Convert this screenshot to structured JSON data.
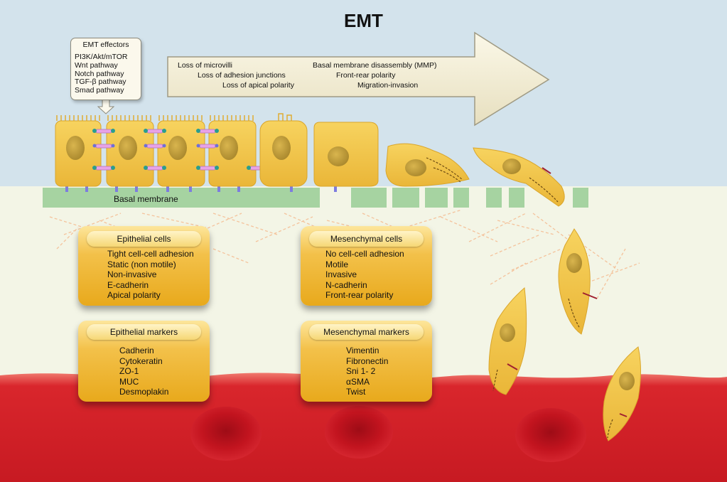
{
  "title": "EMT",
  "effectors": {
    "title": "EMT effectors",
    "items": [
      "PI3K/Akt/mTOR",
      "Wnt pathway",
      "Notch pathway",
      "TGF-β pathway",
      "Smad pathway"
    ]
  },
  "arrow_labels": {
    "loss_microvilli": "Loss of microvilli",
    "loss_adhesion": "Loss of adhesion junctions",
    "loss_polarity": "Loss of apical polarity",
    "basal_disassembly": "Basal membrane disassembly (MMP)",
    "front_rear": "Front-rear polarity",
    "migration": "Migration-invasion"
  },
  "basal_membrane_label": "Basal membrane",
  "epithelial_cells": {
    "title": "Epithelial cells",
    "items": [
      "Tight cell-cell adhesion",
      "Static (non motile)",
      "Non-invasive",
      "E-cadherin",
      "Apical polarity"
    ]
  },
  "mesenchymal_cells": {
    "title": "Mesenchymal cells",
    "items": [
      "No cell-cell adhesion",
      "Motile",
      "Invasive",
      "N-cadherin",
      "Front-rear polarity"
    ]
  },
  "epithelial_markers": {
    "title": "Epithelial markers",
    "items": [
      "Cadherin",
      "Cytokeratin",
      "ZO-1",
      "MUC",
      "Desmoplakin"
    ]
  },
  "mesenchymal_markers": {
    "title": "Mesenchymal markers",
    "items": [
      "Vimentin",
      "Fibronectin",
      "Sni 1- 2",
      "αSMA",
      "Twist"
    ]
  },
  "colors": {
    "sky": "#d3e3ec",
    "matrix": "#f3f5e6",
    "membrane": "#a6d3a1",
    "cell": "#f2c84b",
    "nucleus": "#c8a23a",
    "vessel": "#d9222a",
    "rbc": "#c0141f",
    "fiber": "#f4c39c"
  }
}
